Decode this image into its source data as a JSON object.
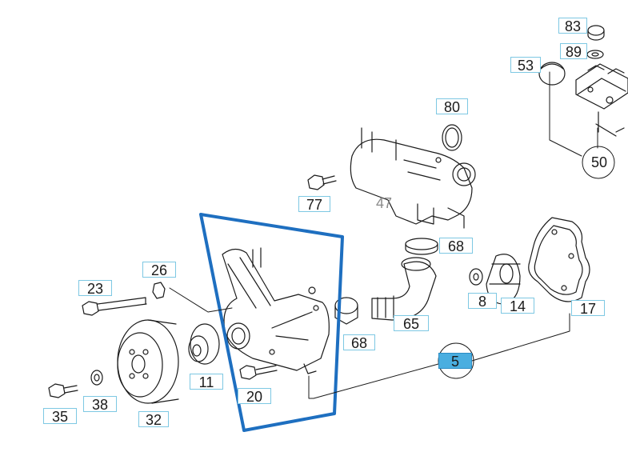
{
  "diagram": {
    "highlight_color": "#1e6fc0",
    "callout_border_color": "#7ec8e3",
    "active_callout_color": "#4aaee0",
    "callouts": {
      "p83": "83",
      "p89": "89",
      "p53": "53",
      "p50": "50",
      "p80": "80",
      "p77": "77",
      "p47": "47",
      "p68a": "68",
      "p26": "26",
      "p23": "23",
      "p8": "8",
      "p14": "14",
      "p17": "17",
      "p65": "65",
      "p68b": "68",
      "p5": "5",
      "p11": "11",
      "p20": "20",
      "p38": "38",
      "p35": "35",
      "p32": "32"
    }
  }
}
